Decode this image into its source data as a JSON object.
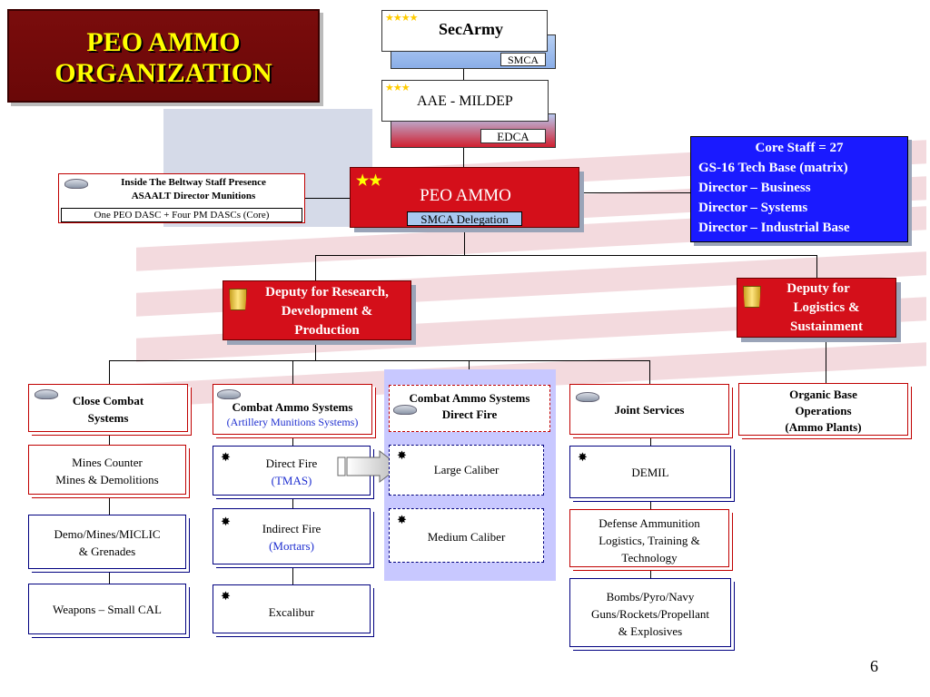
{
  "title": {
    "line1": "PEO AMMO",
    "line2": "ORGANIZATION"
  },
  "top": {
    "secarmy": "SecArmy",
    "smca": "SMCA",
    "aae": "AAE - MILDEP",
    "edca": "EDCA",
    "four_stars": "★★★★",
    "three_stars": "★★★"
  },
  "peo": {
    "label": "PEO AMMO",
    "delegation": "SMCA Delegation",
    "stars": "★★"
  },
  "beltway": {
    "line1": "Inside The Beltway Staff Presence",
    "line2": "ASAALT Director Munitions",
    "line3": "One PEO DASC  + Four PM DASCs (Core)"
  },
  "core_staff": [
    "Core Staff = 27",
    "GS-16 Tech Base (matrix)",
    "Director – Business",
    "Director – Systems",
    "Director – Industrial Base"
  ],
  "deputy_rdp": {
    "line1": "Deputy for Research,",
    "line2": "Development &",
    "line3": "Production"
  },
  "deputy_ls": {
    "line1": "Deputy for",
    "line2": "Logistics &",
    "line3": "Sustainment"
  },
  "close_combat": {
    "title1": "Close Combat",
    "title2": "Systems",
    "items": [
      {
        "l1": "Mines Counter",
        "l2": "Mines & Demolitions"
      },
      {
        "l1": "Demo/Mines/MICLIC",
        "l2": "& Grenades"
      },
      {
        "l1": "Weapons – Small CAL",
        "l2": ""
      }
    ]
  },
  "combat_ammo": {
    "title": "Combat Ammo Systems",
    "subtitle": "(Artillery Munitions Systems)",
    "items": [
      {
        "l1": "Direct Fire",
        "l2": "(TMAS)"
      },
      {
        "l1": "Indirect Fire",
        "l2": "(Mortars)"
      },
      {
        "l1": "Excalibur",
        "l2": ""
      }
    ]
  },
  "direct_fire": {
    "title1": "Combat Ammo Systems",
    "title2": "Direct Fire",
    "items": [
      "Large Caliber",
      "Medium Caliber"
    ]
  },
  "joint": {
    "title": "Joint Services",
    "items": [
      {
        "l1": "DEMIL",
        "l2": "",
        "l3": ""
      },
      {
        "l1": "Defense Ammunition",
        "l2": "Logistics, Training &",
        "l3": "Technology"
      },
      {
        "l1": "Bombs/Pyro/Navy",
        "l2": "Guns/Rockets/Propellant",
        "l3": "& Explosives"
      }
    ]
  },
  "organic": {
    "l1": "Organic Base",
    "l2": "Operations",
    "l3": "(Ammo Plants)"
  },
  "page_number": "6"
}
